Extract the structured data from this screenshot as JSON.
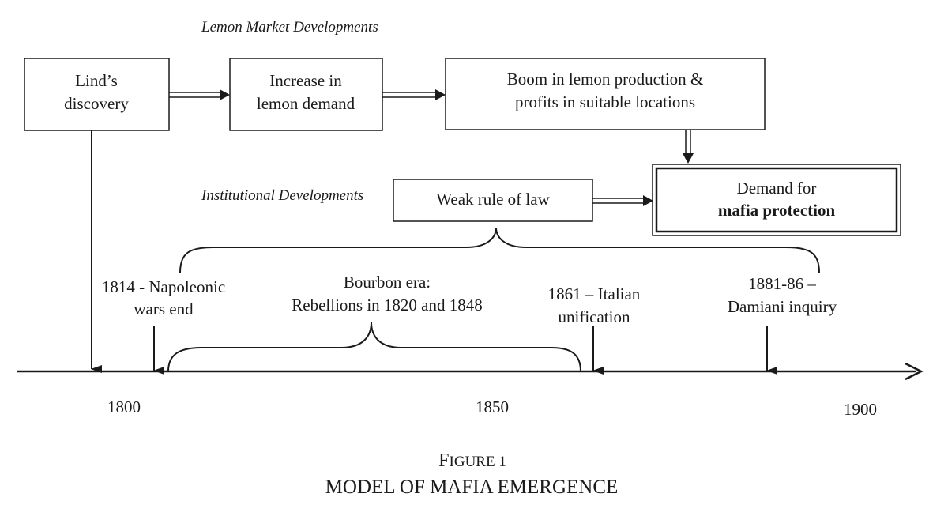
{
  "sections": {
    "lemon_market": "Lemon Market Developments",
    "institutional": "Institutional Developments"
  },
  "boxes": {
    "linds_discovery": [
      "Lind’s",
      "discovery"
    ],
    "increase_demand": [
      "Increase in",
      "lemon demand"
    ],
    "boom": [
      "Boom in lemon production &",
      "profits in suitable locations"
    ],
    "weak_rule": [
      "Weak rule of law"
    ],
    "demand_for": "Demand for",
    "mafia_protection": "mafia protection"
  },
  "events": {
    "napoleonic": [
      "1814 - Napoleonic",
      "wars end"
    ],
    "bourbon": [
      "Bourbon era:",
      "Rebellions in 1820 and 1848"
    ],
    "unification": [
      "1861 – Italian",
      "unification"
    ],
    "damiani": [
      "1881-86 –",
      "Damiani inquiry"
    ]
  },
  "timeline": {
    "ticks": [
      "1800",
      "1850",
      "1900"
    ]
  },
  "caption": {
    "figure_label_first": "F",
    "figure_label_rest": "IGURE 1",
    "title": "MODEL OF MAFIA EMERGENCE"
  }
}
